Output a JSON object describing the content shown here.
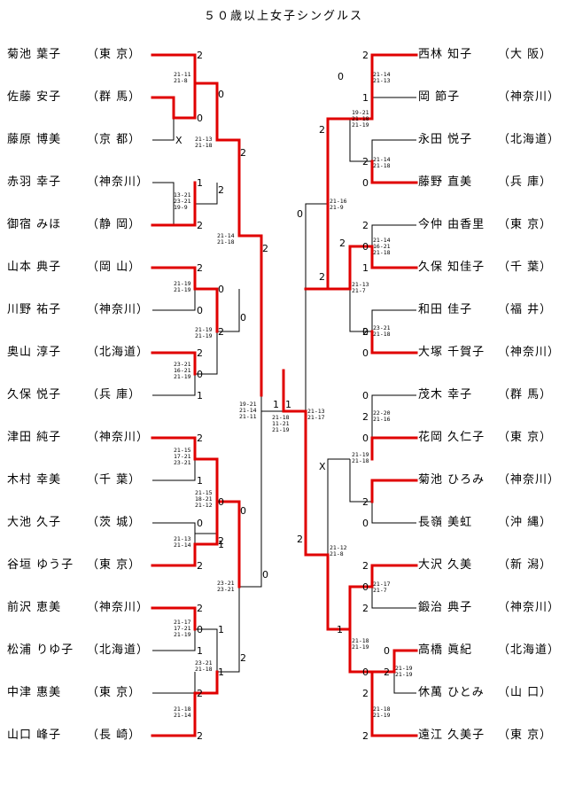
{
  "title": "５０歳以上女子シングルス",
  "left_players": [
    {
      "name": "菊池 葉子",
      "pref": "（東 京）"
    },
    {
      "name": "佐藤 安子",
      "pref": "（群 馬）"
    },
    {
      "name": "藤原 博美",
      "pref": "（京 都）"
    },
    {
      "name": "赤羽 幸子",
      "pref": "（神奈川）"
    },
    {
      "name": "御宿 みほ",
      "pref": "（静 岡）"
    },
    {
      "name": "山本 典子",
      "pref": "（岡 山）"
    },
    {
      "name": "川野 祐子",
      "pref": "（神奈川）"
    },
    {
      "name": "奥山 淳子",
      "pref": "（北海道）"
    },
    {
      "name": "久保 悦子",
      "pref": "（兵 庫）"
    },
    {
      "name": "津田 純子",
      "pref": "（神奈川）"
    },
    {
      "name": "木村 幸美",
      "pref": "（千 葉）"
    },
    {
      "name": "大池 久子",
      "pref": "（茨 城）"
    },
    {
      "name": "谷垣 ゆう子",
      "pref": "（東 京）"
    },
    {
      "name": "前沢 恵美",
      "pref": "（神奈川）"
    },
    {
      "name": "松浦 りゆ子",
      "pref": "（北海道）"
    },
    {
      "name": "中津 惠美",
      "pref": "（東 京）"
    },
    {
      "name": "山口 峰子",
      "pref": "（長 崎）"
    }
  ],
  "right_players": [
    {
      "name": "西林 知子",
      "pref": "（大 阪）"
    },
    {
      "name": "岡 節子",
      "pref": "（神奈川）"
    },
    {
      "name": "永田 悦子",
      "pref": "（北海道）"
    },
    {
      "name": "藤野 直美",
      "pref": "（兵 庫）"
    },
    {
      "name": "今仲 由香里",
      "pref": "（東 京）"
    },
    {
      "name": "久保 知佳子",
      "pref": "（千 葉）"
    },
    {
      "name": "和田 佳子",
      "pref": "（福 井）"
    },
    {
      "name": "大塚 千賀子",
      "pref": "（神奈川）"
    },
    {
      "name": "茂木 幸子",
      "pref": "（群 馬）"
    },
    {
      "name": "花岡 久仁子",
      "pref": "（東 京）"
    },
    {
      "name": "菊池 ひろみ",
      "pref": "（神奈川）"
    },
    {
      "name": "長嶺 美虹",
      "pref": "（沖 縄）"
    },
    {
      "name": "大沢 久美",
      "pref": "（新 潟）"
    },
    {
      "name": "鍛治 典子",
      "pref": "（神奈川）"
    },
    {
      "name": "高橋 眞紀",
      "pref": "（北海道）"
    },
    {
      "name": "休萬 ひとみ",
      "pref": "（山 口）"
    },
    {
      "name": "遠江 久美子",
      "pref": "（東 京）"
    }
  ],
  "set_scores": [
    {
      "v": "2"
    },
    {
      "v": "0"
    },
    {
      "v": "X"
    },
    {
      "v": "1"
    },
    {
      "v": "2"
    },
    {
      "v": "2"
    },
    {
      "v": "0"
    },
    {
      "v": "2"
    },
    {
      "v": "0"
    },
    {
      "v": "1"
    },
    {
      "v": "2"
    },
    {
      "v": "1"
    },
    {
      "v": "0"
    },
    {
      "v": "1"
    },
    {
      "v": "2"
    },
    {
      "v": "2"
    },
    {
      "v": "0"
    },
    {
      "v": "1"
    },
    {
      "v": "2"
    },
    {
      "v": "2"
    },
    {
      "v": "0"
    },
    {
      "v": "2"
    },
    {
      "v": "0"
    },
    {
      "v": "2"
    },
    {
      "v": "0"
    },
    {
      "v": "2"
    },
    {
      "v": "1"
    },
    {
      "v": "1"
    },
    {
      "v": "2"
    },
    {
      "v": "0"
    },
    {
      "v": "0"
    },
    {
      "v": "2"
    },
    {
      "v": "2"
    },
    {
      "v": "0"
    },
    {
      "v": "1"
    },
    {
      "v": "1"
    },
    {
      "v": "2"
    },
    {
      "v": "0"
    },
    {
      "v": "1"
    },
    {
      "v": "2"
    },
    {
      "v": "2"
    },
    {
      "v": "0"
    },
    {
      "v": "0"
    },
    {
      "v": "2"
    },
    {
      "v": "0"
    },
    {
      "v": "1"
    },
    {
      "v": "2"
    },
    {
      "v": "2"
    },
    {
      "v": "0"
    },
    {
      "v": "0"
    },
    {
      "v": "2"
    },
    {
      "v": "0"
    },
    {
      "v": "X"
    },
    {
      "v": "2"
    },
    {
      "v": "0"
    },
    {
      "v": "2"
    },
    {
      "v": "0"
    },
    {
      "v": "2"
    },
    {
      "v": "1"
    },
    {
      "v": "0"
    },
    {
      "v": "2"
    },
    {
      "v": "0"
    },
    {
      "v": "2"
    },
    {
      "v": "2"
    },
    {
      "v": "2"
    },
    {
      "v": "0"
    },
    {
      "v": "2"
    }
  ],
  "game_scores": [
    {
      "lines": [
        "21-11",
        "21-8"
      ]
    },
    {
      "lines": [
        "21-13",
        "21-18"
      ]
    },
    {
      "lines": [
        "13-21",
        "23-21",
        "19-9"
      ]
    },
    {
      "lines": [
        "21-14",
        "21-18"
      ]
    },
    {
      "lines": [
        "21-19",
        "21-19"
      ]
    },
    {
      "lines": [
        "21-19",
        "21-19"
      ]
    },
    {
      "lines": [
        "23-21",
        "16-21",
        "21-19"
      ]
    },
    {
      "lines": [
        "19-21",
        "21-14",
        "21-11"
      ]
    },
    {
      "lines": [
        "21-15",
        "17-21",
        "23-21"
      ]
    },
    {
      "lines": [
        "21-15",
        "18-21",
        "21-12"
      ]
    },
    {
      "lines": [
        "21-13",
        "21-14"
      ]
    },
    {
      "lines": [
        "21-17",
        "17-21",
        "21-19"
      ]
    },
    {
      "lines": [
        "23-21",
        "23-21"
      ]
    },
    {
      "lines": [
        "23-21",
        "21-18"
      ]
    },
    {
      "lines": [
        "21-18",
        "21-14"
      ]
    },
    {
      "lines": [
        "21-18",
        "11-21",
        "21-19"
      ]
    },
    {
      "lines": [
        "21-14",
        "21-13"
      ]
    },
    {
      "lines": [
        "19-21",
        "21-18",
        "21-19"
      ]
    },
    {
      "lines": [
        "21-14",
        "21-18"
      ]
    },
    {
      "lines": [
        "21-16",
        "21-9"
      ]
    },
    {
      "lines": [
        "21-14",
        "16-21",
        "21-18"
      ]
    },
    {
      "lines": [
        "21-13",
        "21-7"
      ]
    },
    {
      "lines": [
        "23-21",
        "21-18"
      ]
    },
    {
      "lines": [
        "21-13",
        "21-17"
      ]
    },
    {
      "lines": [
        "22-20",
        "21-16"
      ]
    },
    {
      "lines": [
        "21-19",
        "21-18"
      ]
    },
    {
      "lines": [
        "21-12",
        "21-8"
      ]
    },
    {
      "lines": [
        "21-17",
        "21-7"
      ]
    },
    {
      "lines": [
        "21-18",
        "21-19"
      ]
    },
    {
      "lines": [
        "21-19",
        "21-19"
      ]
    },
    {
      "lines": [
        "21-18",
        "21-19"
      ]
    }
  ]
}
